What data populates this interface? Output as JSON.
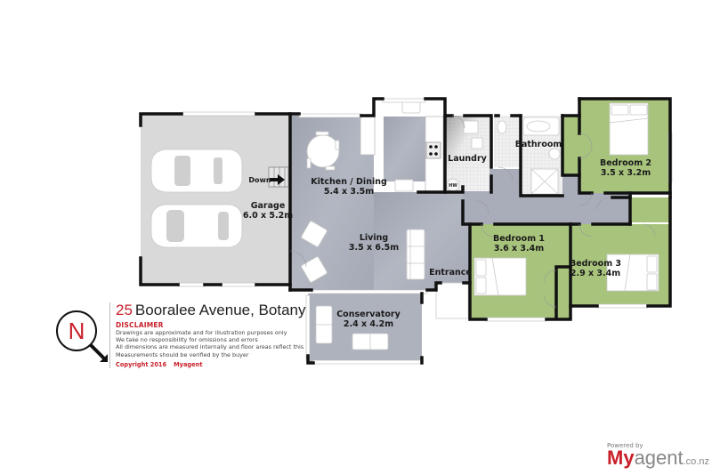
{
  "property": {
    "number": "25",
    "street": "Booralee Avenue, Botany"
  },
  "disclaimer": {
    "heading": "DISCLAIMER",
    "lines": [
      "Drawings are approximate and for illustration purposes only",
      "We take no responsibility for omissions and errors",
      "All dimensions are measured internally and floor areas reflect this",
      "Measurements should be verified by the buyer"
    ],
    "copyright": "Copyright 2016",
    "company": "Myagent"
  },
  "compass": {
    "letter": "N"
  },
  "branding": {
    "powered_by": "Powered by",
    "my": "My",
    "agent": "agent",
    "tld": ".co.nz"
  },
  "colors": {
    "garage_floor": "#d9d9d9",
    "living_floor": "#a9adb9",
    "bedroom_floor": "#a8c47c",
    "wet_floor": "#e4e4e4",
    "wall": "#111111",
    "accent_red": "#c8202a"
  },
  "rooms": [
    {
      "id": "garage",
      "name": "Garage",
      "size": "6.0 x 5.2m"
    },
    {
      "id": "kitchen-dining",
      "name": "Kitchen / Dining",
      "size": "5.4 x 3.5m"
    },
    {
      "id": "living",
      "name": "Living",
      "size": "3.5 x 6.5m"
    },
    {
      "id": "conservatory",
      "name": "Conservatory",
      "size": "2.4 x 4.2m"
    },
    {
      "id": "laundry",
      "name": "Laundry",
      "size": ""
    },
    {
      "id": "bathroom",
      "name": "Bathroom",
      "size": ""
    },
    {
      "id": "bedroom-1",
      "name": "Bedroom 1",
      "size": "3.6 x 3.4m"
    },
    {
      "id": "bedroom-2",
      "name": "Bedroom 2",
      "size": "3.5 x 3.2m"
    },
    {
      "id": "bedroom-3",
      "name": "Bedroom 3",
      "size": "2.9 x 3.4m"
    },
    {
      "id": "entrance",
      "name": "Entrance",
      "size": ""
    }
  ],
  "annotations": {
    "stairs": "Down",
    "hot_water": "HW"
  }
}
